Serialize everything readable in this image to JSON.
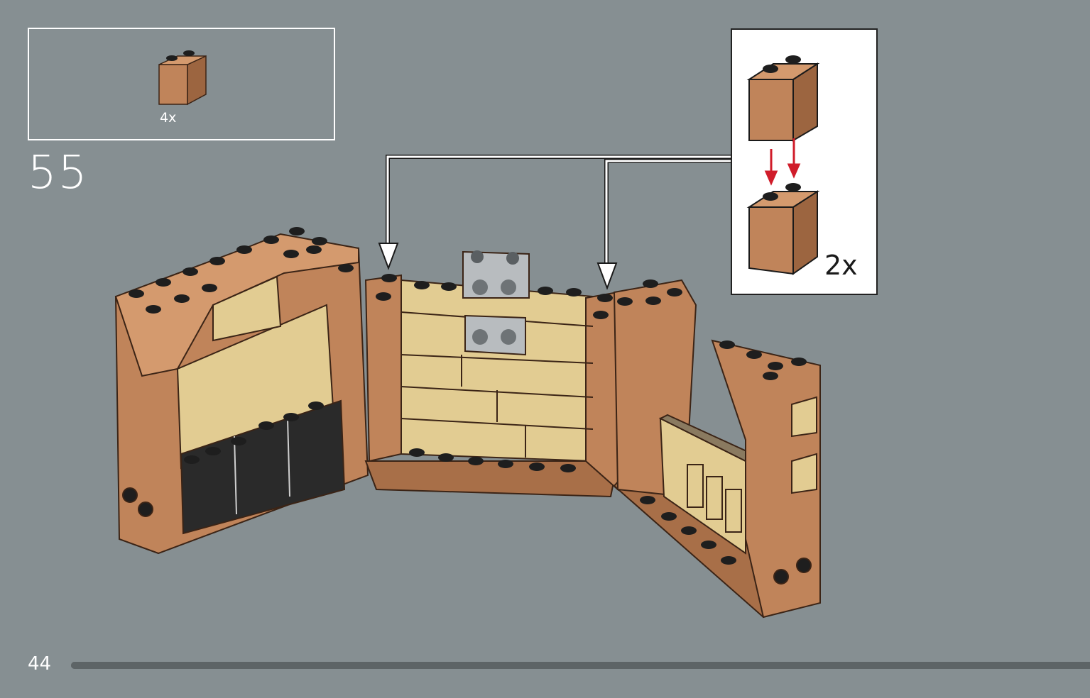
{
  "step": {
    "number": "55",
    "parts": [
      {
        "quantity": "4x",
        "icon": "brick-1x2x2-medium-nougat-icon"
      }
    ],
    "subassembly": {
      "quantity": "2x",
      "icon": "stacked-bricks-subassembly-icon"
    },
    "callout_arrows": 2
  },
  "page": {
    "number": "44",
    "progress": 1.0
  },
  "colors": {
    "background": "#868f92",
    "medium_nougat": "#c0845a",
    "tan": "#e2cc92",
    "black_brick": "#2a2a2a",
    "light_gray": "#b8bcbf",
    "arrow_red": "#d01c2a"
  }
}
